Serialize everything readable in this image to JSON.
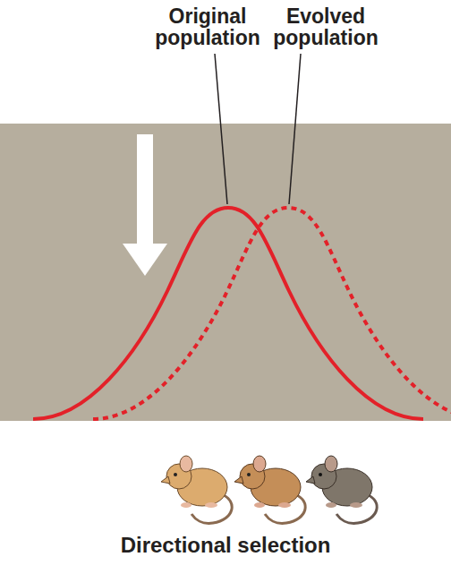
{
  "diagram": {
    "caption": "Directional selection",
    "labels": [
      "Original population",
      "Evolved population"
    ]
  }
}
